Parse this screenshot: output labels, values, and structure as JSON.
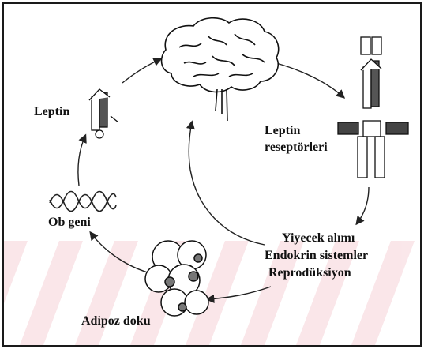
{
  "labels": {
    "leptin": "Leptin",
    "receptor_line1": "Leptin",
    "receptor_line2": "reseptörleri",
    "effects_line1": "Yiyecek alımı",
    "effects_line2": "Endokrin sistemler",
    "effects_line3": "Reprodüksiyon",
    "adipose": "Adipoz doku",
    "ob_gene": "Ob geni"
  },
  "icons": [
    "brain-icon",
    "leptin-protein-icon",
    "leptin-receptor-icon",
    "dna-icon",
    "adipocyte-cluster-icon"
  ],
  "colors": {
    "ink": "#111111",
    "watermark": "#f3c9cf",
    "gray": "#888888"
  }
}
